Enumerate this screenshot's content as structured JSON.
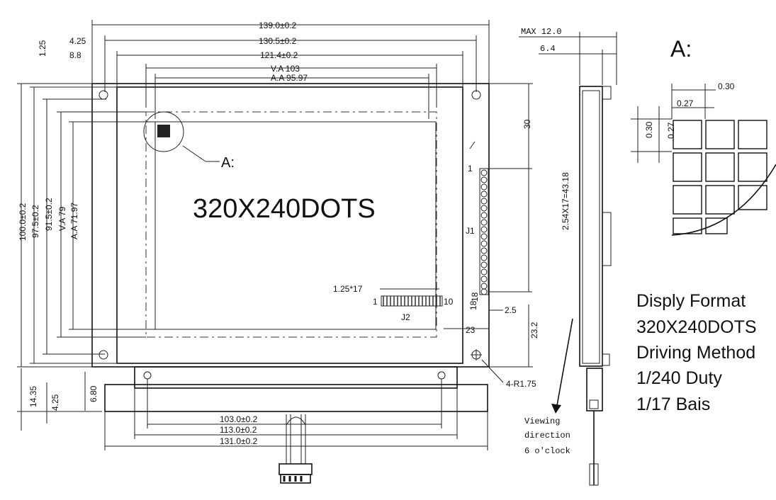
{
  "front_view": {
    "main_label": "320X240DOTS",
    "detail_ref_label": "A:",
    "dim_139": "139.0±0.2",
    "dim_130_5": "130.5±0.2",
    "dim_121_4": "121.4±0.2",
    "dim_va_103": "V.A  103",
    "dim_aa_9597": "A.A  95.97",
    "dim_4_25": "4.25",
    "dim_8_8": "8.8",
    "dim_1_25": "1.25",
    "dim_100": "100.0±0.2",
    "dim_97_5": "97.5±0.2",
    "dim_91_5": "91.5±0.2",
    "dim_va_79": "V.A  79",
    "dim_aa_7197": "A.A  71.97",
    "dim_30": "30",
    "dim_pitch_j1": "2.54X17=43.18",
    "label_j1": "J1",
    "label_j2": "J2",
    "pin_1": "1",
    "pin_18": "18",
    "j2_pitch": "1.25*17",
    "j2_pin_1": "1",
    "j2_pin_10": "10",
    "dim_2_5": "2.5",
    "dim_23": "23",
    "dim_23_2": "23.2",
    "dim_18_side": "18",
    "hole_label": "4-R1.75",
    "dim_14_35": "14.35",
    "dim_4_25_b": "4.25",
    "dim_6_80": "6.80",
    "dim_103": "103.0±0.2",
    "dim_113": "113.0±0.2",
    "dim_131": "131.0±0.2"
  },
  "side_view": {
    "max_thickness": "MAX  12.0",
    "dim_6_4": "6.4",
    "viewing_line1": "Viewing",
    "viewing_line2": "direction",
    "viewing_line3": "6 o'clock"
  },
  "detail_a": {
    "title": "A:",
    "pitch_h": "0.30",
    "dot_h": "0.27",
    "pitch_v": "0.30",
    "dot_v": "0.27"
  },
  "spec": {
    "line1": "Disply Format",
    "line2": "320X240DOTS",
    "line3": "Driving Method",
    "line4": "1/240  Duty",
    "line5": "1/17   Bais"
  }
}
